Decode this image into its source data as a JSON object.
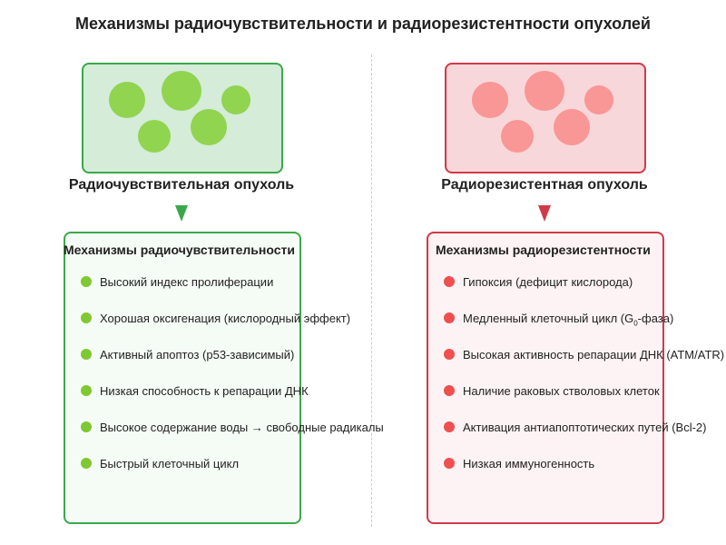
{
  "title": "Механизмы радиочувствительности и радиорезистентности опухолей",
  "colors": {
    "sensitive_accent": "#3aa84a",
    "sensitive_fill": "#d5ecd9",
    "sensitive_cell": "#90d450",
    "resistant_accent": "#d03a48",
    "resistant_fill": "#f8d7da",
    "resistant_cell": "#f99696"
  },
  "sensitive": {
    "tumor_label": "Радиочувствительная опухоль",
    "mechanisms_title": "Механизмы радиочувствительности",
    "items": [
      "Высокий индекс пролиферации",
      "Хорошая оксигенация (кислородный эффект)",
      "Активный апоптоз (p53-зависимый)",
      "Низкая способность к репарации ДНК",
      "Высокое содержание воды → свободные радикалы",
      "Быстрый клеточный цикл"
    ]
  },
  "resistant": {
    "tumor_label": "Радиорезистентная опухоль",
    "mechanisms_title": "Механизмы радиорезистентности",
    "items": [
      "Гипоксия (дефицит кислорода)",
      {
        "pre": "Медленный клеточный цикл (G",
        "sub": "0",
        "post": "-фаза)"
      },
      "Высокая активность репарации ДНК (ATM/ATR)",
      "Наличие раковых стволовых клеток",
      "Активация антиапоптотических путей (Bcl-2)",
      "Низкая иммуногенность"
    ]
  }
}
